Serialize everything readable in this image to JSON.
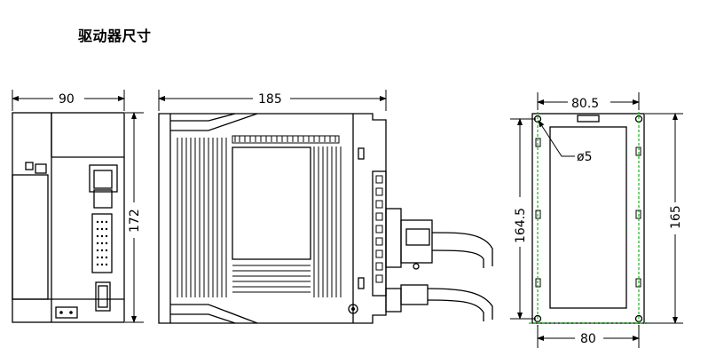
{
  "title": "驱动器尺寸",
  "front_view": {
    "width_dim": "90",
    "height_dim": "172"
  },
  "side_view": {
    "width_dim": "185"
  },
  "mount_view": {
    "top_dim": "80.5",
    "hole_dim": "ø5",
    "left_height_dim": "164.5",
    "right_height_dim": "165",
    "bottom_dim": "80"
  }
}
